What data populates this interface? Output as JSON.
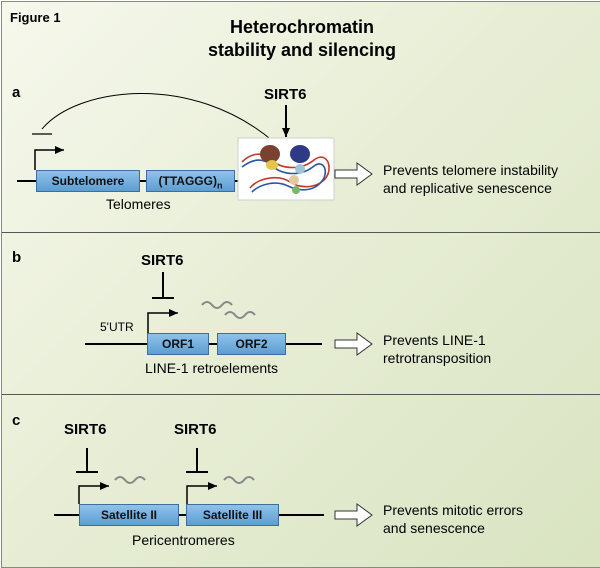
{
  "figure_label": "Figure 1",
  "title": {
    "line1": "Heterochromatin",
    "line2": "stability and silencing"
  },
  "panels": {
    "a": {
      "letter": "a",
      "regulator": "SIRT6",
      "elements": [
        "Subtelomere",
        "(TTAGGG)",
        "n"
      ],
      "region": "Telomeres",
      "outcome": [
        "Prevents telomere instability",
        "and replicative senescence"
      ]
    },
    "b": {
      "letter": "b",
      "regulator": "SIRT6",
      "utr": "5'UTR",
      "elements": [
        "ORF1",
        "ORF2"
      ],
      "region": "LINE-1 retroelements",
      "outcome": [
        "Prevents LINE-1",
        "retrotransposition"
      ]
    },
    "c": {
      "letter": "c",
      "regulators": [
        "SIRT6",
        "SIRT6"
      ],
      "elements": [
        "Satellite II",
        "Satellite III"
      ],
      "region": "Pericentromeres",
      "outcome": [
        "Prevents mitotic errors",
        "and senescence"
      ]
    }
  },
  "colors": {
    "gene_box": "#6fabdc",
    "background": "#e8eed6",
    "line": "#000000"
  }
}
